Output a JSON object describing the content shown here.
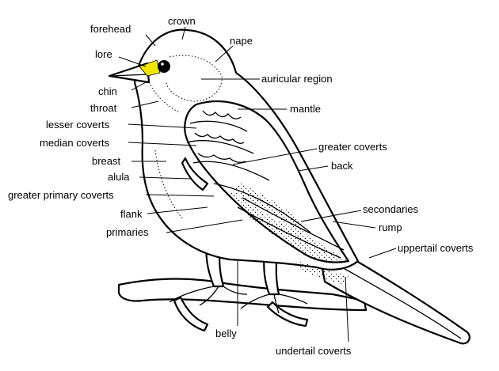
{
  "colors": {
    "lore_highlight": "#f2e600",
    "ink": "#000000",
    "paper": "#ffffff"
  },
  "labels": {
    "forehead": "forehead",
    "crown": "crown",
    "nape": "nape",
    "lore": "lore",
    "auricular_region": "auricular region",
    "chin": "chin",
    "throat": "throat",
    "mantle": "mantle",
    "lesser_coverts": "lesser coverts",
    "median_coverts": "median coverts",
    "greater_coverts": "greater coverts",
    "breast": "breast",
    "back": "back",
    "alula": "alula",
    "greater_primary_coverts": "greater primary coverts",
    "secondaries": "secondaries",
    "flank": "flank",
    "rump": "rump",
    "primaries": "primaries",
    "uppertail_coverts": "uppertail coverts",
    "belly": "belly",
    "undertail_coverts": "undertail coverts"
  }
}
